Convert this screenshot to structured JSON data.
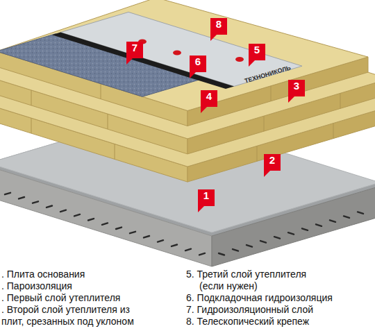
{
  "diagram": {
    "labels": [
      "1",
      "2",
      "3",
      "4",
      "5",
      "6",
      "7",
      "8",
      "ТЕХНОНИКОЛЬ",
      ". Плита основания",
      ". Пароизоляция",
      ". Первый слой утеплителя",
      ". Второй слой утеплителя из плит, срезанных под уклоном",
      "5. Третий слой утеплителя (если нужен)",
      "6. Подкладочная гидроизоляция",
      "7. Гидроизоляционный слой",
      "8. Телескопический крепеж"
    ]
  }
}
